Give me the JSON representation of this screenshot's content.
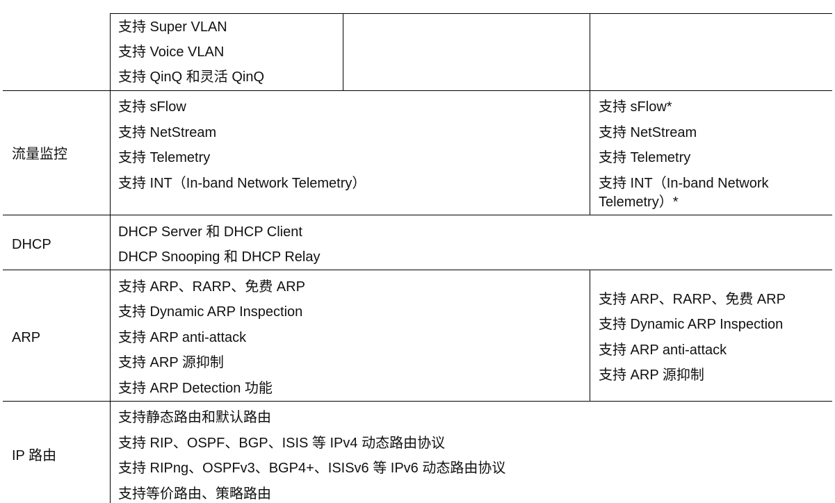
{
  "vlan_row": {
    "col2_lines": [
      "支持 Super VLAN",
      "支持 Voice VLAN",
      "支持 QinQ 和灵活 QinQ"
    ]
  },
  "flow_row": {
    "label": "流量监控",
    "col2_lines": [
      "支持 sFlow",
      "支持 NetStream",
      "支持 Telemetry",
      "支持 INT（In-band Network Telemetry）"
    ],
    "col3_lines": [
      "支持 sFlow*",
      "支持 NetStream",
      "支持 Telemetry",
      "支持 INT（In-band Network",
      "Telemetry）*"
    ]
  },
  "dhcp_row": {
    "label": "DHCP",
    "lines": [
      "DHCP Server 和 DHCP Client",
      "DHCP Snooping 和 DHCP Relay"
    ]
  },
  "arp_row": {
    "label": "ARP",
    "col2_lines": [
      "支持 ARP、RARP、免费 ARP",
      "支持 Dynamic ARP Inspection",
      "支持 ARP anti-attack",
      "支持 ARP 源抑制",
      "支持 ARP Detection 功能"
    ],
    "col3_lines": [
      "支持 ARP、RARP、免费 ARP",
      "支持 Dynamic ARP Inspection",
      "支持 ARP anti-attack",
      "支持 ARP 源抑制"
    ]
  },
  "ip_row": {
    "label": "IP 路由",
    "lines": [
      "支持静态路由和默认路由",
      "支持 RIP、OSPF、BGP、ISIS 等 IPv4 动态路由协议",
      "支持 RIPng、OSPFv3、BGP4+、ISISv6 等 IPv6 动态路由协议",
      "支持等价路由、策略路由"
    ]
  }
}
